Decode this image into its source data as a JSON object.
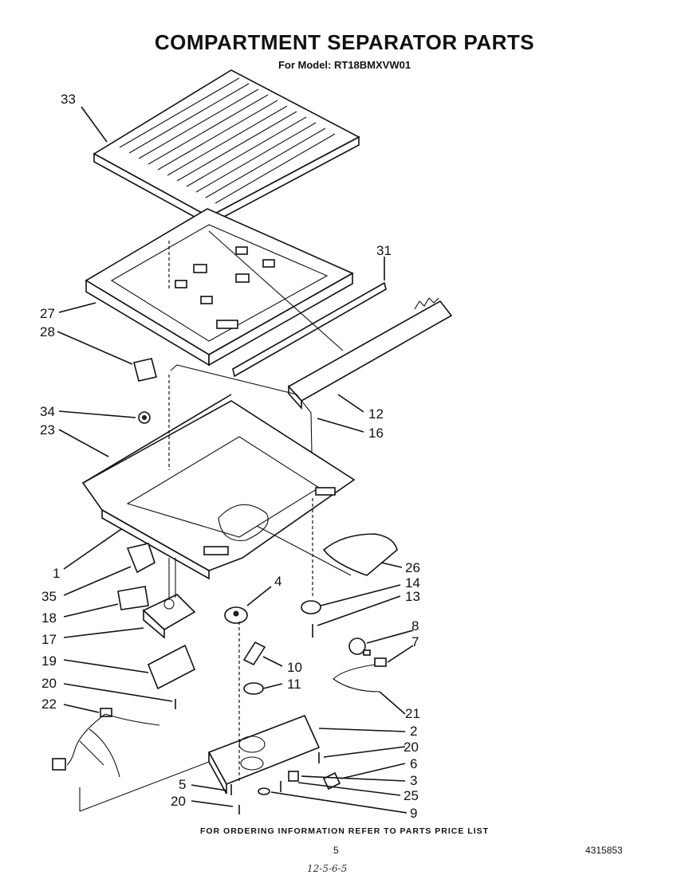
{
  "header": {
    "title": "COMPARTMENT SEPARATOR PARTS",
    "model": "For Model: RT18BMXVW01"
  },
  "callouts": [
    "33",
    "31",
    "27",
    "28",
    "12",
    "34",
    "16",
    "23",
    "1",
    "26",
    "4",
    "14",
    "35",
    "13",
    "18",
    "17",
    "8",
    "7",
    "10",
    "19",
    "11",
    "20",
    "21",
    "22",
    "2",
    "20",
    "6",
    "5",
    "3",
    "25",
    "20",
    "9"
  ],
  "footer": {
    "ordering_note": "FOR ORDERING INFORMATION REFER TO PARTS PRICE LIST",
    "page_number": "5",
    "document_number": "4315853",
    "handwritten_note": "12-5-6-5"
  }
}
